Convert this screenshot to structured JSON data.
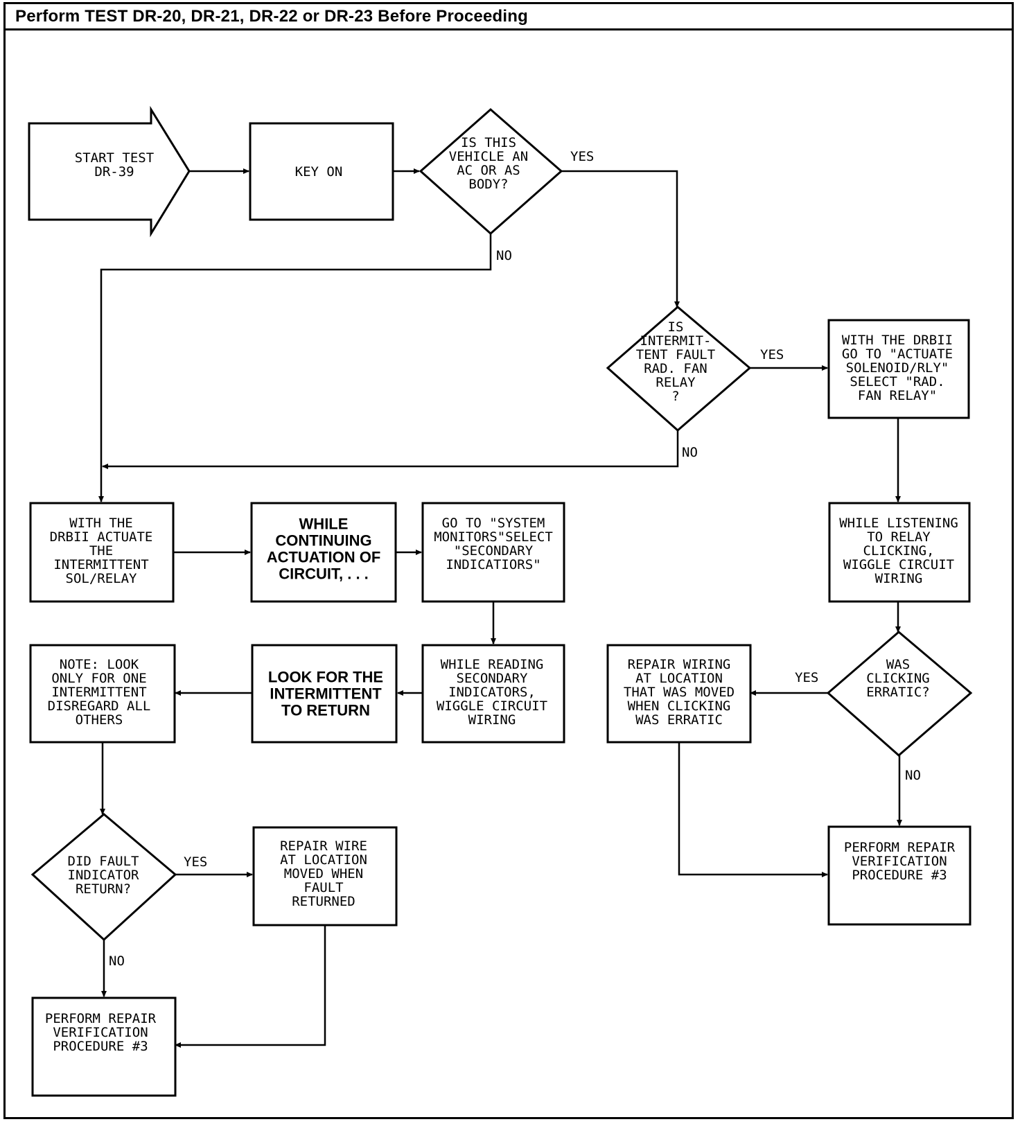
{
  "header": {
    "title": "Perform TEST DR-20, DR-21, DR-22 or DR-23 Before Proceeding"
  },
  "nodes": {
    "start": [
      "START TEST",
      "DR-39"
    ],
    "key_on": [
      "KEY ON"
    ],
    "q_body": [
      "IS THIS",
      "VEHICLE AN",
      "AC OR AS",
      "BODY?"
    ],
    "q_intermittent": [
      "IS",
      "INTERMIT-",
      "TENT FAULT",
      "RAD. FAN",
      "RELAY",
      "?"
    ],
    "actuate_rad_fan": [
      "WITH THE DRBII",
      "GO TO \"ACTUATE",
      "SOLENOID/RLY\"",
      "SELECT \"RAD.",
      "FAN RELAY\""
    ],
    "actuate_intermittent": [
      "WITH THE",
      "DRBII ACTUATE",
      "THE",
      "INTERMITTENT",
      "SOL/RELAY"
    ],
    "continuing_actuation": [
      "WHILE",
      "CONTINUING",
      "ACTUATION OF",
      "CIRCUIT, . . ."
    ],
    "system_monitors": [
      "GO TO \"SYSTEM",
      "MONITORS\"SELECT",
      "\"SECONDARY",
      "INDICATIORS\""
    ],
    "listening_relay": [
      "WHILE LISTENING",
      "TO RELAY",
      "CLICKING,",
      "WIGGLE CIRCUIT",
      "WIRING"
    ],
    "reading_secondary": [
      "WHILE READING",
      "SECONDARY",
      "INDICATORS,",
      "WIGGLE CIRCUIT",
      "WIRING"
    ],
    "look_for_intermittent": [
      "LOOK FOR THE",
      "INTERMITTENT",
      "TO RETURN"
    ],
    "note_look_one": [
      "NOTE: LOOK",
      "ONLY FOR ONE",
      "INTERMITTENT",
      "DISREGARD ALL",
      "OTHERS"
    ],
    "q_clicking": [
      "WAS",
      "CLICKING",
      "ERRATIC?"
    ],
    "repair_wiring_clicking": [
      "REPAIR WIRING",
      "AT LOCATION",
      "THAT WAS MOVED",
      "WHEN CLICKING",
      "WAS ERRATIC"
    ],
    "perform_repair_right": [
      "PERFORM REPAIR",
      "VERIFICATION",
      "PROCEDURE #3"
    ],
    "q_fault_return": [
      "DID FAULT",
      "INDICATOR",
      "RETURN?"
    ],
    "repair_wire_fault": [
      "REPAIR WIRE",
      "AT LOCATION",
      "MOVED WHEN",
      "FAULT",
      "RETURNED"
    ],
    "perform_repair_left": [
      "PERFORM REPAIR",
      "VERIFICATION",
      "PROCEDURE #3"
    ]
  },
  "edge_labels": {
    "body_yes": "YES",
    "body_no": "NO",
    "intermittent_yes": "YES",
    "intermittent_no": "NO",
    "clicking_yes": "YES",
    "clicking_no": "NO",
    "fault_yes": "YES",
    "fault_no": "NO"
  }
}
